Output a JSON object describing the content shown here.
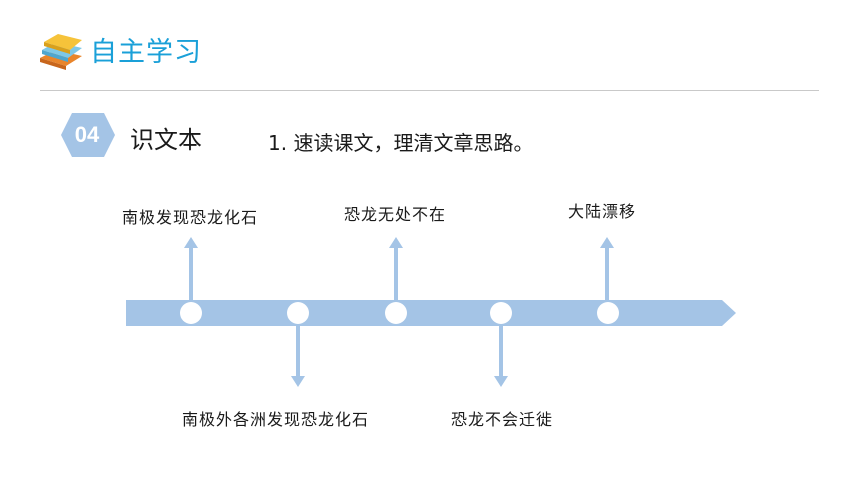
{
  "header": {
    "title": "自主学习",
    "icon": "books-icon"
  },
  "section": {
    "number": "04",
    "title": "识文本"
  },
  "instruction": "1. 速读课文，理清文章思路。",
  "timeline": {
    "color": "#a4c4e6",
    "events_above": [
      "南极发现恐龙化石",
      "恐龙无处不在",
      "大陆漂移"
    ],
    "events_below": [
      "南极外各洲发现恐龙化石",
      "恐龙不会迁徙"
    ]
  },
  "colors": {
    "accent": "#1aa0d8",
    "badge": "#a4c4e6",
    "timeline": "#a4c4e6"
  }
}
